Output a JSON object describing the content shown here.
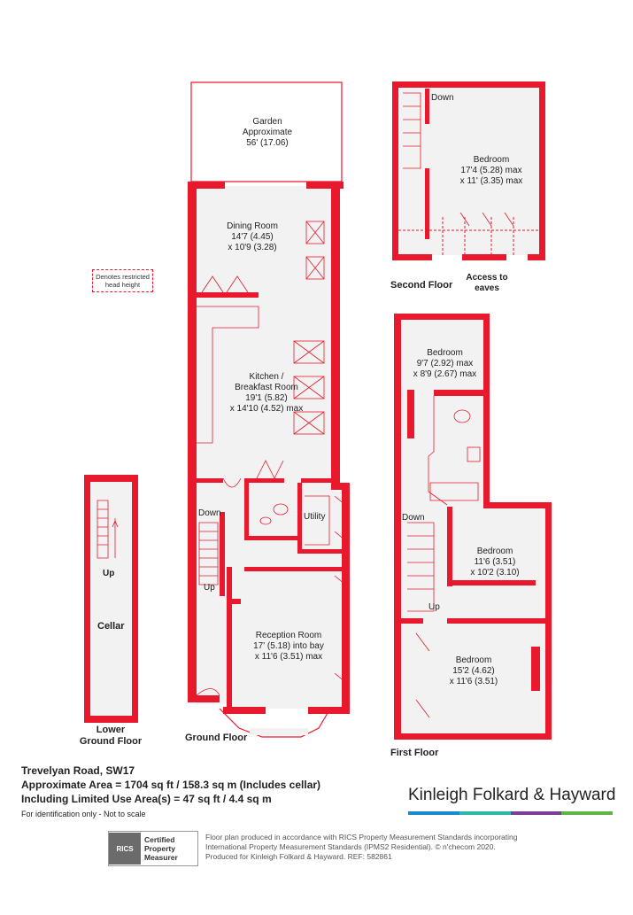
{
  "legend": {
    "restricted": "Denotes restricted head height"
  },
  "floors": {
    "lower_ground": {
      "label_line1": "Lower",
      "label_line2": "Ground Floor"
    },
    "ground": {
      "label": "Ground Floor"
    },
    "first": {
      "label": "First Floor"
    },
    "second": {
      "label": "Second Floor"
    }
  },
  "rooms": {
    "garden": {
      "name": "Garden",
      "line2": "Approximate",
      "dims": "56' (17.06)"
    },
    "dining": {
      "name": "Dining Room",
      "dims1": "14'7 (4.45)",
      "dims2": "x 10'9 (3.28)"
    },
    "kitchen": {
      "name1": "Kitchen /",
      "name2": "Breakfast Room",
      "dims1": "19'1 (5.82)",
      "dims2": "x 14'10 (4.52) max"
    },
    "utility": {
      "name": "Utility"
    },
    "reception": {
      "name": "Reception Room",
      "dims1": "17' (5.18) into bay",
      "dims2": "x 11'6 (3.51) max"
    },
    "cellar": {
      "name": "Cellar",
      "stair": "Up"
    },
    "ground_down": "Down",
    "ground_up": "Up",
    "bed_second": {
      "name": "Bedroom",
      "dims1": "17'4 (5.28) max",
      "dims2": "x 11' (3.35) max",
      "stair": "Down"
    },
    "eaves": {
      "line1": "Access to",
      "line2": "eaves"
    },
    "bed1": {
      "name": "Bedroom",
      "dims1": "9'7 (2.92) max",
      "dims2": "x 8'9 (2.67) max"
    },
    "bed2": {
      "name": "Bedroom",
      "dims1": "11'6 (3.51)",
      "dims2": "x 10'2 (3.10)"
    },
    "bed3": {
      "name": "Bedroom",
      "dims1": "15'2 (4.62)",
      "dims2": "x 11'6 (3.51)"
    },
    "first_down": "Down",
    "first_up": "Up"
  },
  "property": {
    "address": "Trevelyan Road, SW17",
    "area": "Approximate Area = 1704 sq ft / 158.3 sq m (Includes cellar)",
    "limited": "Including Limited Use Area(s) = 47 sq ft / 4.4 sq m",
    "note": "For identification only - Not to scale"
  },
  "brand": {
    "name": "Kinleigh Folkard & Hayward",
    "bar_colors": [
      "#1a8bd0",
      "#2cb8a8",
      "#7a3e98",
      "#5fb646"
    ]
  },
  "rics": {
    "mark": "RICS",
    "line1": "Certified",
    "line2": "Property",
    "line3": "Measurer"
  },
  "credit": {
    "line1": "Floor plan produced in accordance with RICS Property Measurement Standards incorporating",
    "line2": "International Property Measurement Standards (IPMS2 Residential).  © n'checom 2020.",
    "line3": "Produced for Kinleigh Folkard & Hayward.   REF: 582861"
  }
}
